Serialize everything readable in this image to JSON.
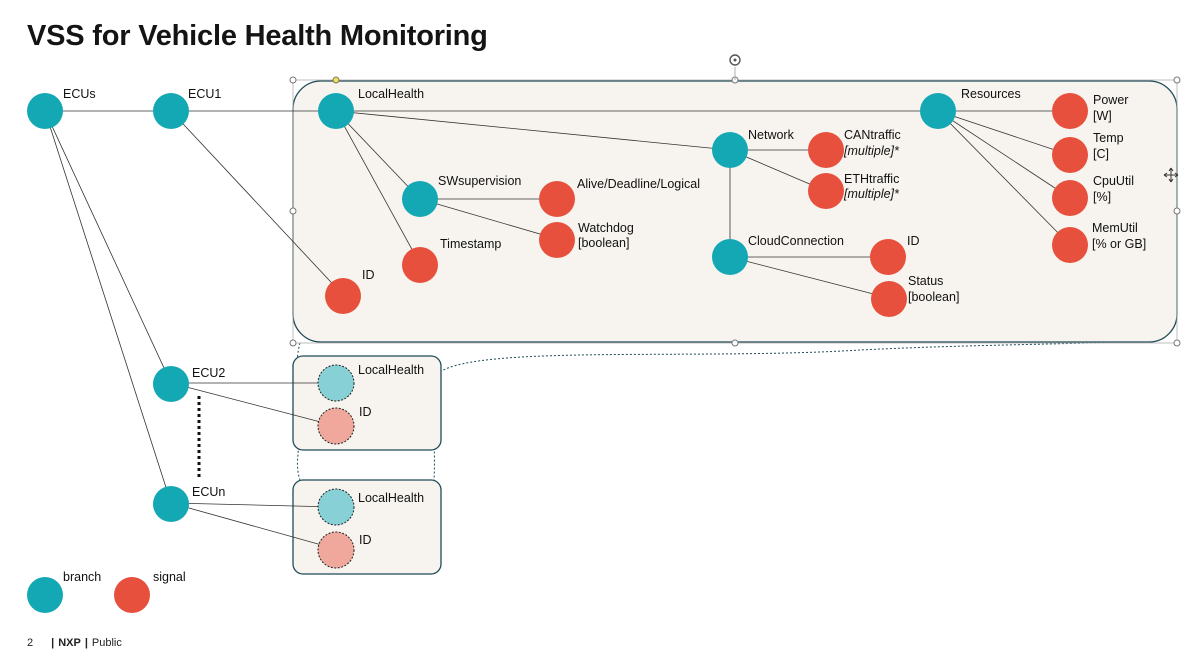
{
  "title": "VSS for Vehicle Health Monitoring",
  "footer": {
    "page": "2",
    "brand": "NXP",
    "classification": "Public"
  },
  "colors": {
    "branch": "#14a8b4",
    "signal": "#e8503e",
    "branch_faded": "#86d0d6",
    "signal_faded": "#f0a89c",
    "panel_fill": "#f7f4ef",
    "panel_stroke": "#1f4b56",
    "edge": "#333333"
  },
  "nodes": {
    "ecus": {
      "kind": "branch",
      "label": "ECUs"
    },
    "ecu1": {
      "kind": "branch",
      "label": "ECU1"
    },
    "localhealth": {
      "kind": "branch",
      "label": "LocalHealth"
    },
    "resources": {
      "kind": "branch",
      "label": "Resources"
    },
    "power": {
      "kind": "signal",
      "label": "Power",
      "sub": "[W]"
    },
    "temp": {
      "kind": "signal",
      "label": "Temp",
      "sub": "[C]"
    },
    "cpuutil": {
      "kind": "signal",
      "label": "CpuUtil",
      "sub": "[%]"
    },
    "memutil": {
      "kind": "signal",
      "label": "MemUtil",
      "sub": "[% or GB]"
    },
    "network": {
      "kind": "branch",
      "label": "Network"
    },
    "cantraffic": {
      "kind": "signal",
      "label": "CANtraffic",
      "sub": "[multiple]*"
    },
    "ethtraffic": {
      "kind": "signal",
      "label": "ETHtraffic",
      "sub": "[multiple]*"
    },
    "swsupervision": {
      "kind": "branch",
      "label": "SWsupervision"
    },
    "alive": {
      "kind": "signal",
      "label": "Alive/Deadline/Logical"
    },
    "watchdog": {
      "kind": "signal",
      "label": "Watchdog",
      "sub": "[boolean]"
    },
    "timestamp": {
      "kind": "signal",
      "label": "Timestamp"
    },
    "cloudconnection": {
      "kind": "branch",
      "label": "CloudConnection"
    },
    "cloud_id": {
      "kind": "signal",
      "label": "ID"
    },
    "status": {
      "kind": "signal",
      "label": "Status",
      "sub": "[boolean]"
    },
    "ecu1_id": {
      "kind": "signal",
      "label": "ID"
    },
    "ecu2": {
      "kind": "branch",
      "label": "ECU2"
    },
    "ecu2_lh": {
      "kind": "branch_faded",
      "label": "LocalHealth"
    },
    "ecu2_id": {
      "kind": "signal_faded",
      "label": "ID"
    },
    "ecun": {
      "kind": "branch",
      "label": "ECUn"
    },
    "ecun_lh": {
      "kind": "branch_faded",
      "label": "LocalHealth"
    },
    "ecun_id": {
      "kind": "signal_faded",
      "label": "ID"
    }
  },
  "legend": {
    "branch": "branch",
    "signal": "signal"
  }
}
